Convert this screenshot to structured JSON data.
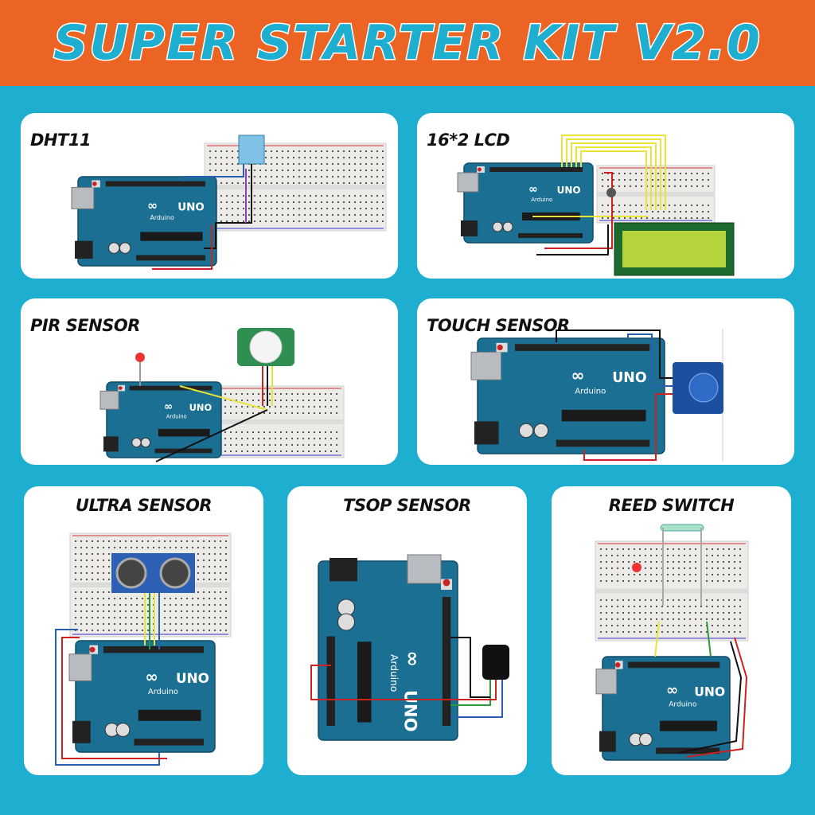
{
  "header": {
    "title": "SUPER STARTER KIT V2.0"
  },
  "board": {
    "logo": "UNO",
    "brand": "Arduino"
  },
  "colors": {
    "header_bg": "#ec6424",
    "page_bg": "#1eaed0",
    "board": "#1b6f93",
    "lcd_screen": "#b5d33a"
  },
  "projects": [
    {
      "id": "dht11",
      "title": "DHT11"
    },
    {
      "id": "lcd",
      "title": "16*2 LCD"
    },
    {
      "id": "pir",
      "title": "PIR SENSOR"
    },
    {
      "id": "touch",
      "title": "TOUCH SENSOR"
    },
    {
      "id": "ultra",
      "title": "ULTRA SENSOR"
    },
    {
      "id": "tsop",
      "title": "TSOP SENSOR"
    },
    {
      "id": "reed",
      "title": "REED SWITCH"
    }
  ]
}
